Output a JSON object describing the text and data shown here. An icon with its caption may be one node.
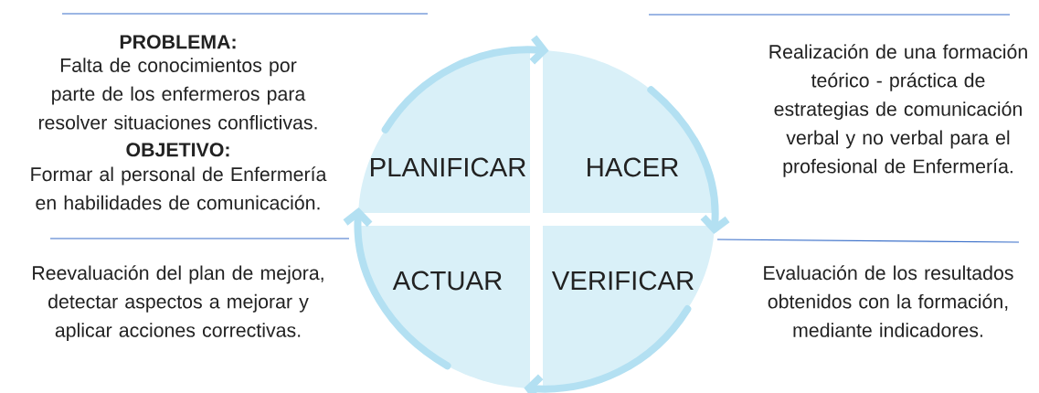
{
  "diagram": {
    "nodes": [
      {
        "text": [
          "PLANIFICAR"
        ]
      },
      {
        "text": [
          "HACER"
        ]
      },
      {
        "text": [
          "ACTUAR"
        ]
      },
      {
        "text": [
          "VERIFICAR"
        ]
      }
    ],
    "edges": [
      {
        "from": 0,
        "to": 1,
        "arrow": "to"
      },
      {
        "from": 1,
        "to": 3,
        "arrow": "to"
      },
      {
        "from": 3,
        "to": 2,
        "arrow": "to"
      },
      {
        "from": 2,
        "to": 0,
        "arrow": "to"
      }
    ],
    "labels": [
      "PROBLEMA:",
      "Falta de conocimientos por parte de los enfermeros para resolver situaciones conflictivas.",
      "OBJETIVO:",
      "Formar al personal de Enfermería en habilidades de comunicación.",
      "Realización de una formación teórico - práctica de estrategias de comunicación verbal y no verbal para el profesional de Enfermería.",
      "Reevaluación del plan de mejora, detectar aspectos a mejorar y aplicar acciones correctivas.",
      "Evaluación de los resultados obtenidos con la formación, mediante indicadores."
    ]
  }
}
